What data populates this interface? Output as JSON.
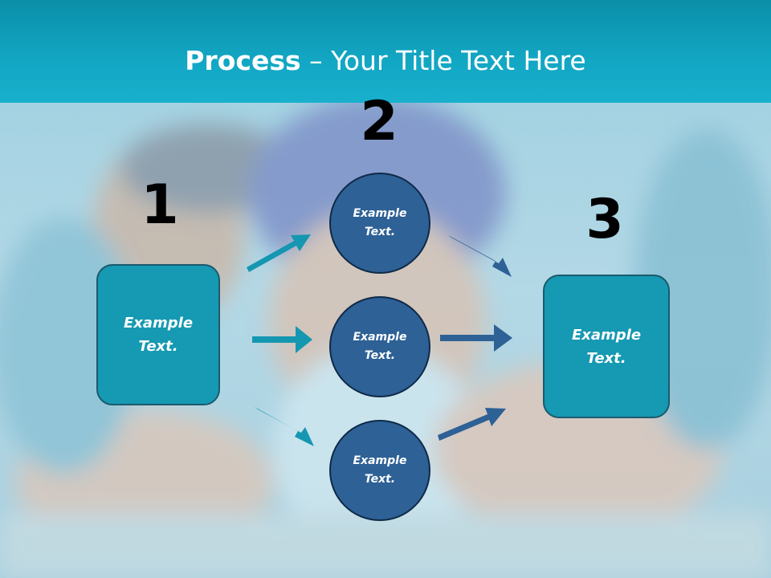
{
  "slide": {
    "title_bold": "Process",
    "title_rest": " – Your Title Text Here"
  },
  "steps": {
    "one": "1",
    "two": "2",
    "three": "3"
  },
  "nodes": {
    "left_box": [
      "Example",
      "Text."
    ],
    "circle_top": [
      "Example",
      "Text."
    ],
    "circle_middle": [
      "Example",
      "Text."
    ],
    "circle_bottom": [
      "Example",
      "Text."
    ],
    "right_box": [
      "Example",
      "Text."
    ]
  },
  "colors": {
    "header": "#12a7c4",
    "box_fill": "#1699b2",
    "circle_fill": "#2e6196",
    "arrow_left": "#1597b1",
    "arrow_right": "#2e6196"
  }
}
